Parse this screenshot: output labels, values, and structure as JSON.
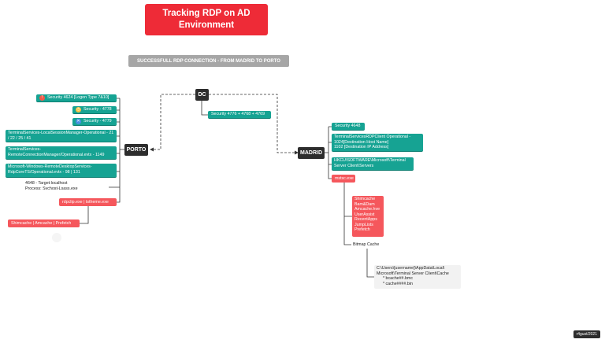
{
  "title": "Tracking RDP on AD Environment",
  "subtitle": "SUCCESSFULL RDP CONNECTION - FROM MADRID TO PORTO",
  "hubs": {
    "dc": "DC",
    "porto": "PORTO",
    "madrid": "MADRID"
  },
  "dc_event": "Security 4776 + 4768 + 4769",
  "porto": {
    "events": [
      {
        "label": "Security 4624 [Logon Type 7&10]",
        "icon": "alert-icon",
        "icon_color": "#f15a4a"
      },
      {
        "label": "Security - 4778",
        "icon": "clock-icon",
        "icon_color": "#f5c342"
      },
      {
        "label": "Security - 4779",
        "icon": "x-icon",
        "icon_color": "#4a90e2"
      }
    ],
    "logs": [
      "TerminalServices-LocalSessionManager-Operational - 21 / 22 / 25 / 41",
      "TerminalServices-RemoteConnectionManager/Operational.evtx - 1149",
      "Microsoft-Windows-RemoteDesktopServices-RdpCoreTS/Operational.evtx - 98 | 131"
    ],
    "process_note_line1": "4648 - Target:localhost",
    "process_note_line2": "Process:  Svchost-Lsass.exe",
    "rdpclip": "rdpclip.exe | tstheme.exe",
    "artifacts": "Shimcache | Amcache | Prefetch"
  },
  "madrid": {
    "event": "Security 4648",
    "client_log_line1": "TerminalServicesRDPClient Operational - ",
    "client_log_line2": "1024[Destination Host Name]",
    "client_log_line3": "1102 [Destination IP Address]",
    "registry_line1": "HKCU\\SOFTWARE\\Microsoft\\Terminal",
    "registry_line2": "Server Client\\Servers",
    "mstsc": "mstsc.exe",
    "artifacts": [
      "Shimcache",
      "Bam&Dam",
      "Amcache.hve",
      "UserAssist",
      "RecentApps",
      "JumpLists",
      "Prefetch"
    ],
    "bitmap": "Bitmap Cache",
    "cache_path_line1": "C:\\Users\\[username]\\AppData\\Local\\",
    "cache_path_line2": "Microsoft\\Terminal Server Client\\Cache",
    "cache_file1": "* bcache##.bmc",
    "cache_file2": "* cache####.bin"
  },
  "signature": "r4gust/2021",
  "colors": {
    "teal": "#16a393",
    "red": "#f5575c",
    "hub": "#2d2d2d",
    "title": "#ee2b37",
    "subtitle": "#a6a6a6"
  }
}
